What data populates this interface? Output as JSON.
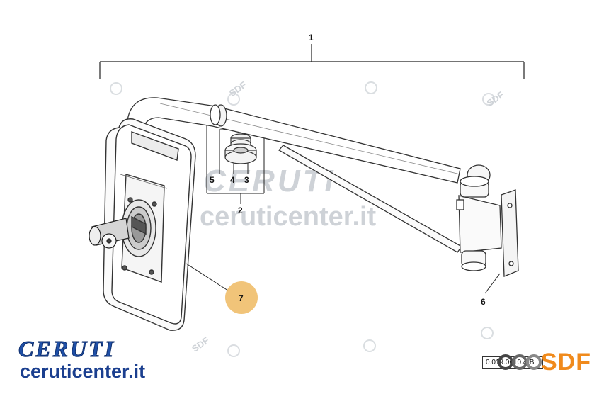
{
  "callouts": {
    "c1": "1",
    "c2": "2",
    "c3": "3",
    "c4": "4",
    "c5": "5",
    "c6": "6",
    "c7": "7"
  },
  "watermark": {
    "brand": "CERUTI",
    "site": "ceruticenter.it",
    "stamp": "SDF"
  },
  "footer": {
    "brand": "CERUTI",
    "site": "ceruticenter.it",
    "code": "0.019.0610.4-B",
    "logo": "SDF"
  },
  "colors": {
    "highlight": "#f0be6a",
    "brand_blue": "#1f4fa6",
    "sdf_orange": "#f08a1c"
  }
}
